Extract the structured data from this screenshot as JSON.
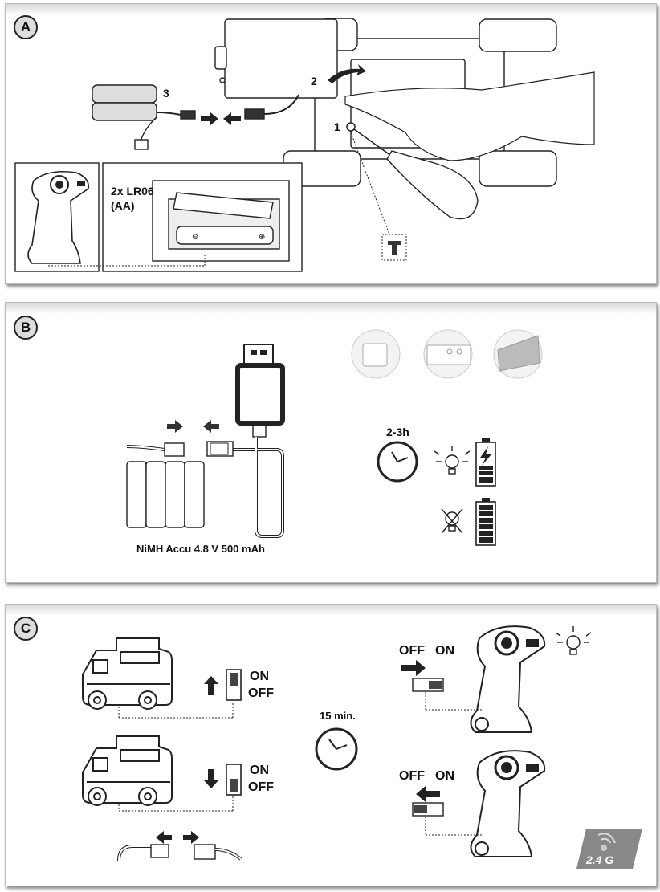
{
  "panels": {
    "a": {
      "badge": "A",
      "screw_step": "1",
      "cover_step": "2",
      "plug_step": "3",
      "battery_count": "2x LR06",
      "battery_type": "(AA)"
    },
    "b": {
      "badge": "B",
      "charge_time": "2-3h",
      "battery_label": "NiMH Accu 4.8 V 500 mAh"
    },
    "c": {
      "badge": "C",
      "wait_time": "15 min.",
      "switch_on": "ON",
      "switch_off": "OFF",
      "tx_off": "OFF",
      "tx_on": "ON",
      "logo_text": "2.4 G"
    }
  }
}
